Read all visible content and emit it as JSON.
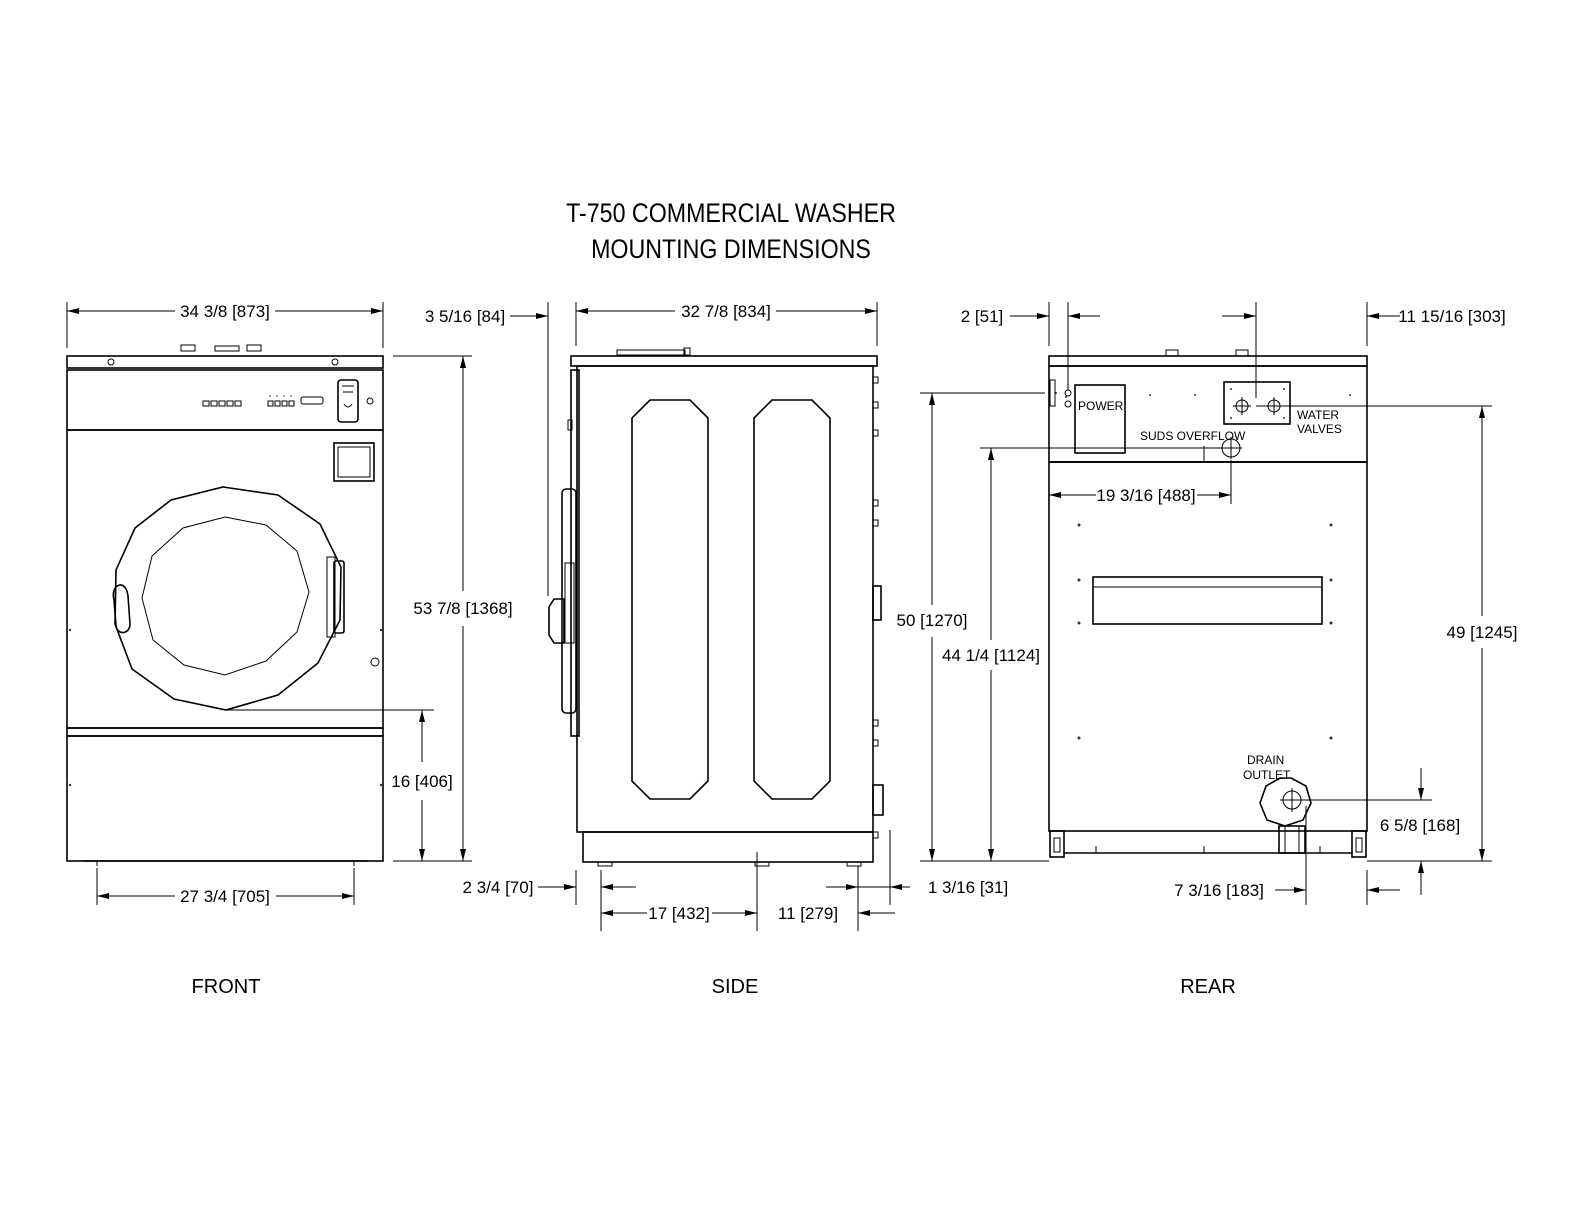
{
  "title": {
    "line1": "T-750 COMMERCIAL WASHER",
    "line2": "MOUNTING DIMENSIONS"
  },
  "views": {
    "front": "FRONT",
    "side": "SIDE",
    "rear": "REAR"
  },
  "front_dims": {
    "overall_width": "34 3/8 [873]",
    "overall_height": "53 7/8 [1368]",
    "door_height": "16 [406]",
    "base_width": "27 3/4 [705]"
  },
  "side_dims": {
    "top_offset": "3 5/16 [84]",
    "overall_depth": "32 7/8 [834]",
    "front_offset": "2 3/4 [70]",
    "foot_spacing": "17 [432]",
    "rear_foot": "11 [279]",
    "rear_offset": "1 3/16 [31]"
  },
  "rear_dims": {
    "power_offset": "2 [51]",
    "valves_offset": "11 15/16 [303]",
    "power_height": "50 [1270]",
    "suds_height": "44 1/4 [1124]",
    "suds_offset": "19 3/16 [488]",
    "valves_height": "49 [1245]",
    "drain_height": "6 5/8 [168]",
    "drain_offset": "7 3/16 [183]"
  },
  "rear_labels": {
    "power": "POWER",
    "water_valves_1": "WATER",
    "water_valves_2": "VALVES",
    "suds_overflow": "SUDS OVERFLOW",
    "drain_1": "DRAIN",
    "drain_2": "OUTLET"
  }
}
